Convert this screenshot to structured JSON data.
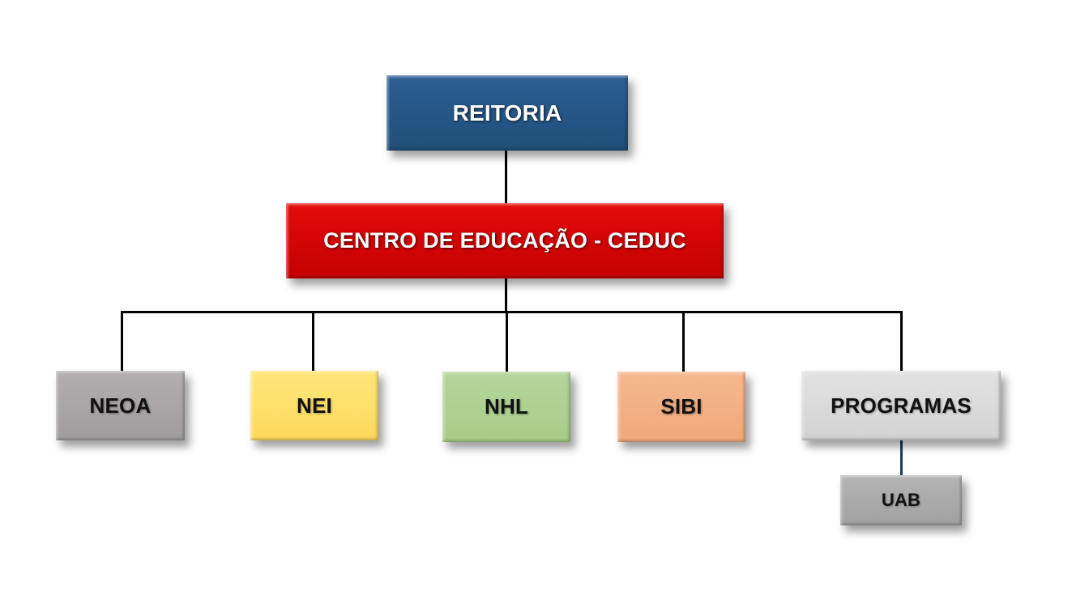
{
  "org_chart": {
    "root": {
      "label": "REITORIA",
      "color": "#1f4e79"
    },
    "center": {
      "label": "CENTRO DE EDUCAÇÃO - CEDUC",
      "color": "#c00000"
    },
    "units": [
      {
        "label": "NEOA",
        "color": "#a5a5a5"
      },
      {
        "label": "NEI",
        "color": "#ffd966"
      },
      {
        "label": "NHL",
        "color": "#a9d18e"
      },
      {
        "label": "SIBI",
        "color": "#f4b183"
      },
      {
        "label": "PROGRAMAS",
        "color": "#d9d9d9"
      }
    ],
    "sub_unit": {
      "label": "UAB",
      "parent": "PROGRAMAS",
      "color": "#a5a5a5"
    }
  }
}
